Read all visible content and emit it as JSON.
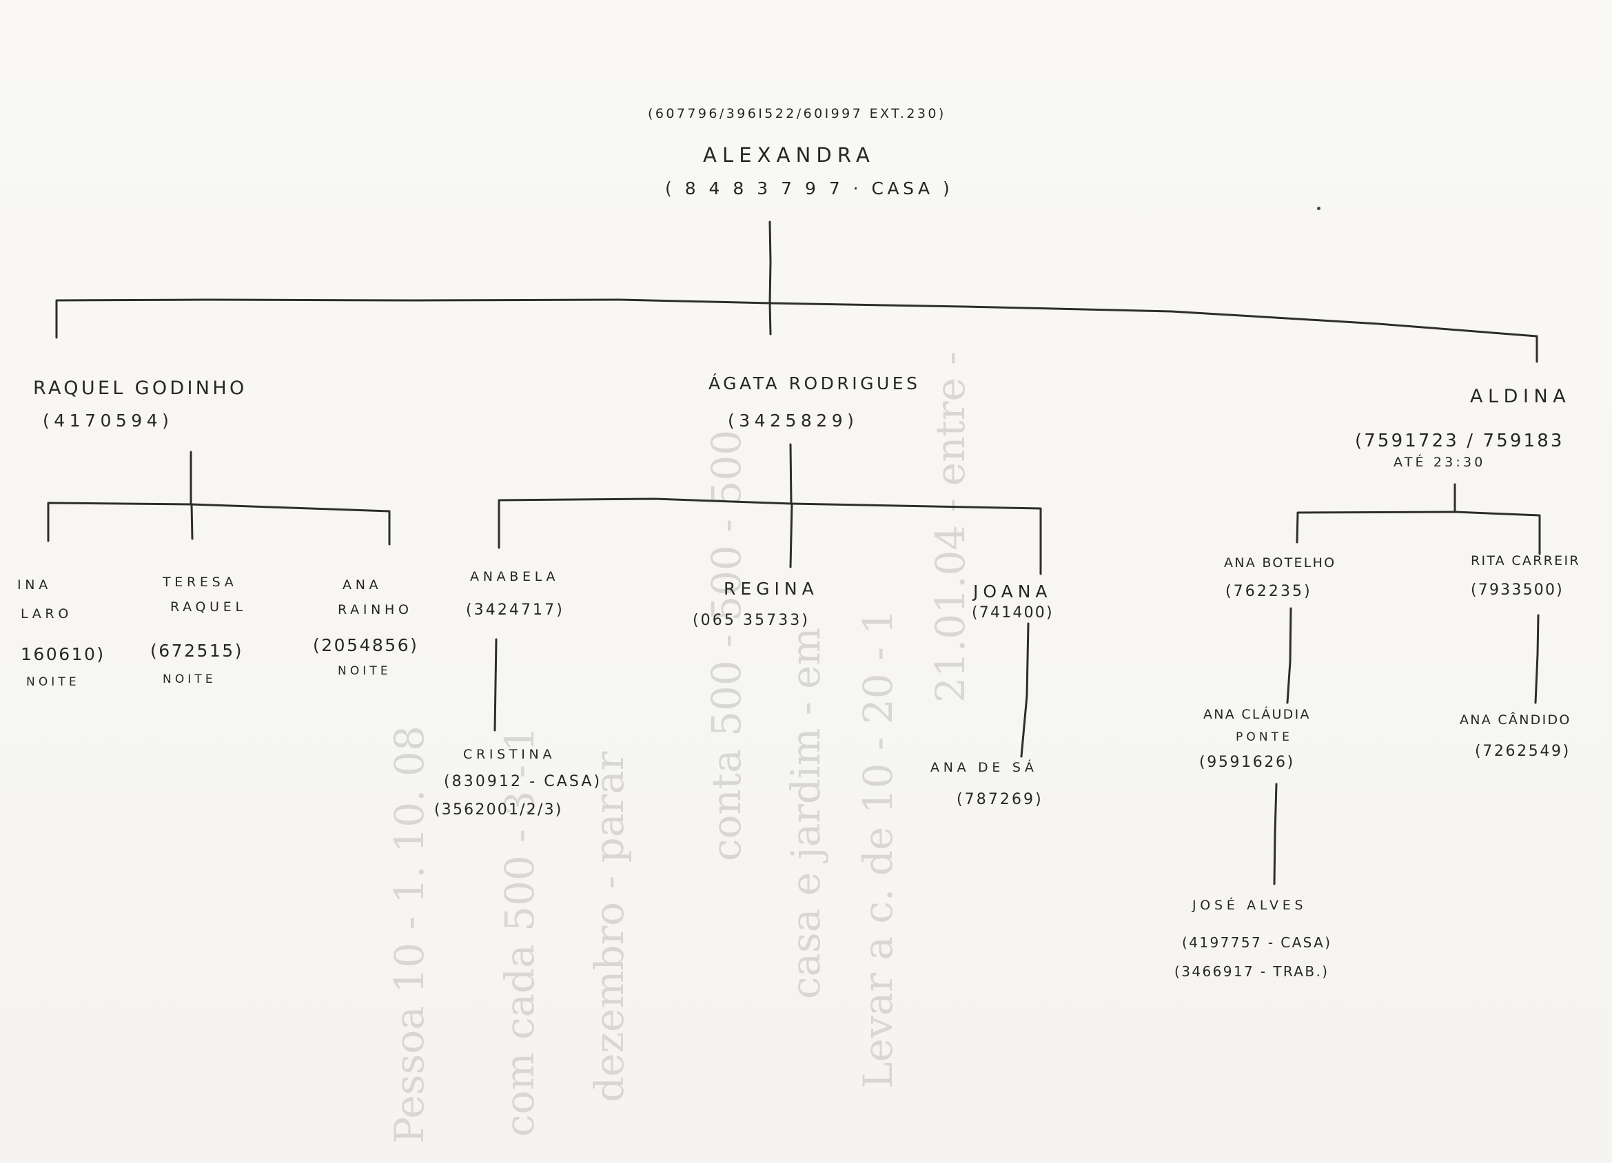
{
  "root": {
    "phones": "(607796/396i522/60i997 EXT.230)",
    "name": "ALEXANDRA",
    "home": "( 8 4 8 3 7 9 7 · CASA )"
  },
  "branches": {
    "raquel": {
      "name": "RAQUEL GODINHO",
      "phone": "(4170594)",
      "children": [
        {
          "name": "INA",
          "name2": "LARO",
          "phone": "160610)",
          "note": "NOITE"
        },
        {
          "name": "TERESA",
          "name2": "RAQUEL",
          "phone": "(672515)",
          "note": "NOITE"
        },
        {
          "name": "ANA",
          "name2": "RAINHO",
          "phone": "(2054856)",
          "note": "NOITE"
        }
      ]
    },
    "agata": {
      "name": "ÁGATA RODRIGUES",
      "phone": "(3425829)",
      "children": [
        {
          "name": "ANABELA",
          "phone": "(3424717)",
          "sub": {
            "name": "CRISTINA",
            "phone": "(830912 - CASA)",
            "phone2": "(3562001/2/3)"
          }
        },
        {
          "name": "REGINA",
          "phone": "(065 35733)"
        },
        {
          "name": "JOANA",
          "phone": "(741400)",
          "sub": {
            "name": "ANA DE SÁ",
            "phone": "(787269)"
          }
        }
      ]
    },
    "aldina": {
      "name": "ALDINA",
      "phone": "(7591723 / 759183",
      "note": "ATÉ 23:30",
      "children": [
        {
          "name": "ANA BOTELHO",
          "phone": "(762235)",
          "sub": {
            "name": "ANA CLÁUDIA",
            "name2": "PONTE",
            "phone": "(9591626)",
            "sub": {
              "name": "JOSÉ ALVES",
              "phone": "(4197757 - CASA)",
              "phone2": "(3466917 - TRAB.)"
            }
          }
        },
        {
          "name": "RITA CARREIR",
          "phone": "(7933500)",
          "sub": {
            "name": "ANA CÂNDIDO",
            "phone": "(7262549)"
          }
        }
      ]
    }
  },
  "bleed_through": [
    "21.01.04 - entre -",
    "Levar a c. de 10 - 20 - 1",
    "casa e jardim - em",
    "conta 500 - 500 - 500",
    "dezembro - parar",
    "com cada 500 - 3 - 1",
    "Pessoa 10 - 1. 10. 08"
  ]
}
